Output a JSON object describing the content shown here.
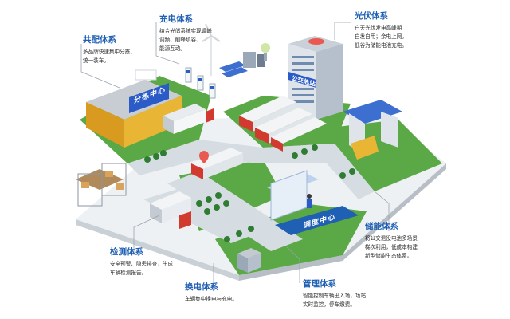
{
  "colors": {
    "title_blue": "#1f5fb4",
    "text_dark": "#2b2b2b",
    "grass": "#5aa846",
    "road": "#d6dde2",
    "building_yellow": "#e8b634",
    "sign_blue": "#2a5bc7",
    "bus_red": "#d23a30"
  },
  "callouts": {
    "charging": {
      "title": "充电体系",
      "lines": [
        "结合光储系统实现调峰",
        "调频、削峰填谷、",
        "能源互动。"
      ]
    },
    "photovoltaic": {
      "title": "光伏体系",
      "lines": [
        "白天光伏发电高峰期",
        "自发自用；余电上网。",
        "低谷为储能电池充电。"
      ]
    },
    "distribution": {
      "title": "共配体系",
      "lines": [
        "多品牌快速集中分拣、",
        "统一装车。"
      ]
    },
    "storage": {
      "title": "储能体系",
      "lines": [
        "将公交退役电池多场景",
        "梯次利用，低成本构建",
        "新型储能生态体系。"
      ]
    },
    "inspection": {
      "title": "检测体系",
      "lines": [
        "安全预警、隐患排查，生成",
        "车辆检测报告。"
      ]
    },
    "swap": {
      "title": "换电体系",
      "lines": [
        "车辆集中换电与充电。"
      ]
    },
    "management": {
      "title": "管理体系",
      "lines": [
        "智能控制车辆出入场，场站",
        "实时监控，停车缴费。"
      ]
    }
  },
  "signs": {
    "sorting_center": "分拣中心",
    "bus_hq": "公交总站",
    "dispatch_center": "调度中心"
  },
  "icons": [
    "wind-turbine-icon",
    "solar-panel-icon",
    "charging-pile-icon",
    "battery-icon",
    "route-pin-icon",
    "lightbulb-icon"
  ]
}
